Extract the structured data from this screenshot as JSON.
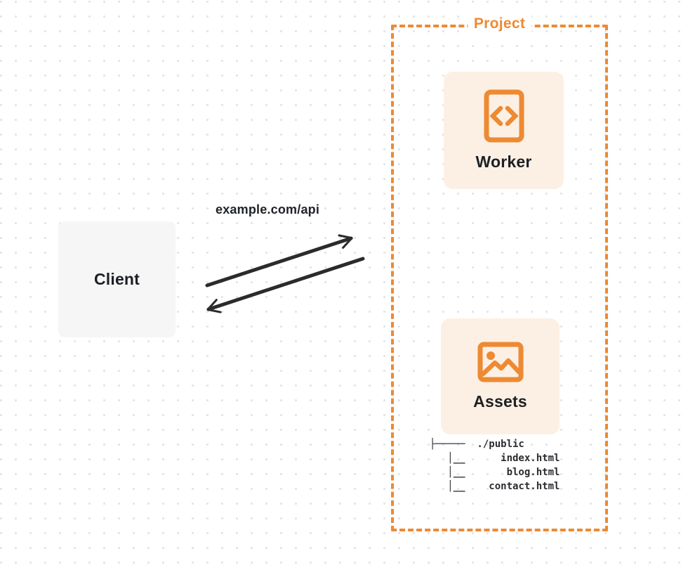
{
  "client": {
    "label": "Client"
  },
  "request": {
    "label": "example.com/api"
  },
  "project": {
    "label": "Project",
    "worker": {
      "label": "Worker",
      "icon": "code-file-icon"
    },
    "assets": {
      "label": "Assets",
      "icon": "image-icon"
    },
    "file_tree": {
      "lines": [
        "├─────  ./public",
        "   │__      index.html",
        "   │__       blog.html",
        "   │__    contact.html"
      ]
    }
  },
  "colors": {
    "accent_orange": "#ed8a33",
    "card_background": "#fcf0e4",
    "client_background": "#f6f6f7",
    "arrow_ink": "#2b2b2e",
    "dot_grid": "#e4e4e7"
  }
}
